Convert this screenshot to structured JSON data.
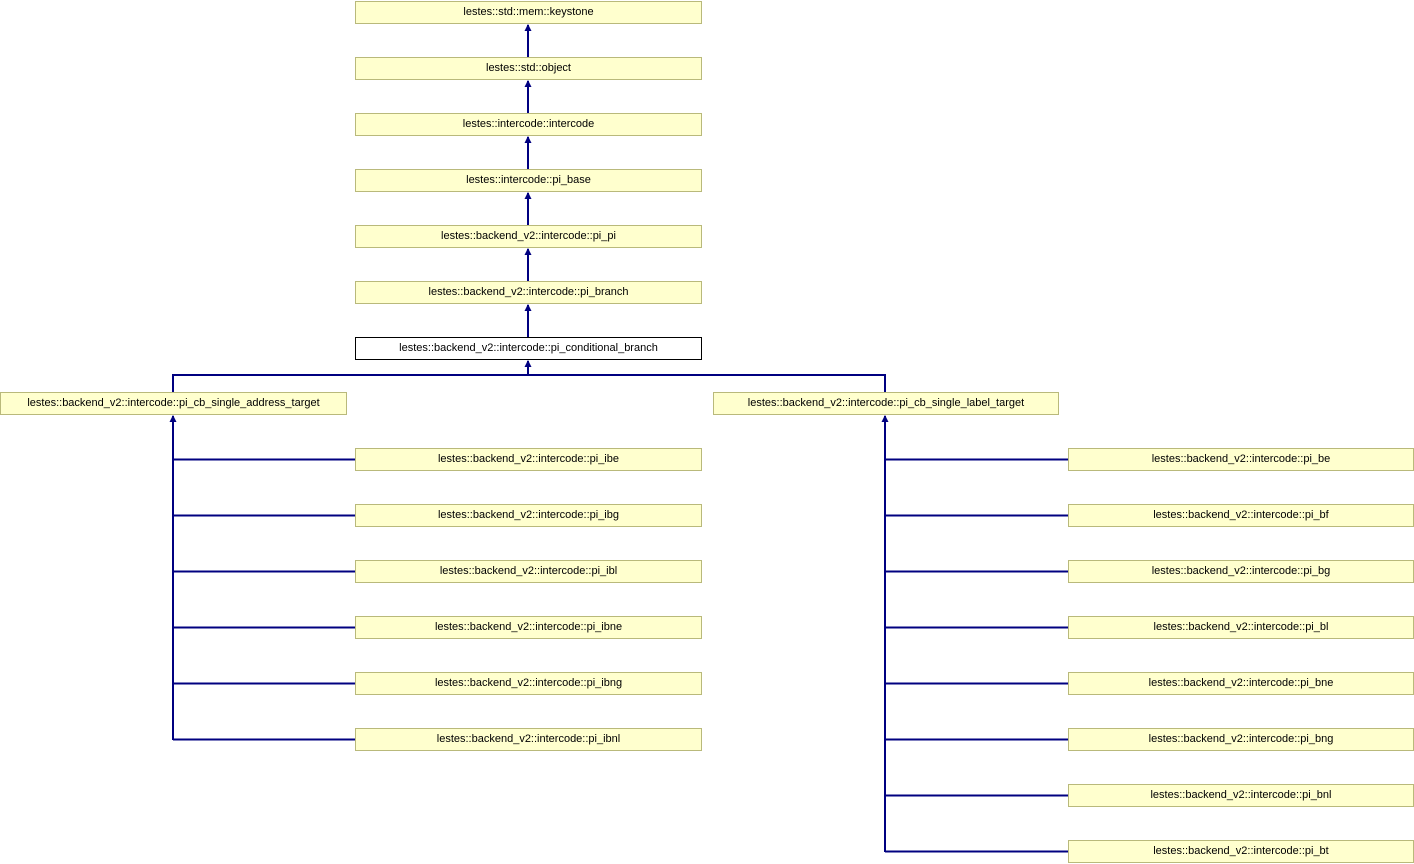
{
  "diagram": {
    "kind": "class-inheritance-diagram",
    "background_color": "#ffffff",
    "node_fill_color": "#ffffce",
    "node_border_color": "#b9b97b",
    "current_node_fill_color": "#ffffff",
    "current_node_border_color": "#000000",
    "edge_color": "#000080",
    "text_color": "#000000"
  },
  "nodes": [
    {
      "id": "keystone",
      "label": "lestes::std::mem::keystone",
      "current": false
    },
    {
      "id": "object",
      "label": "lestes::std::object",
      "current": false
    },
    {
      "id": "intercode",
      "label": "lestes::intercode::intercode",
      "current": false
    },
    {
      "id": "pi_base",
      "label": "lestes::intercode::pi_base",
      "current": false
    },
    {
      "id": "pi_pi",
      "label": "lestes::backend_v2::intercode::pi_pi",
      "current": false
    },
    {
      "id": "pi_branch",
      "label": "lestes::backend_v2::intercode::pi_branch",
      "current": false
    },
    {
      "id": "pi_conditional_branch",
      "label": "lestes::backend_v2::intercode::pi_conditional_branch",
      "current": true
    },
    {
      "id": "pi_cb_single_address_target",
      "label": "lestes::backend_v2::intercode::pi_cb_single_address_target",
      "current": false
    },
    {
      "id": "pi_cb_single_label_target",
      "label": "lestes::backend_v2::intercode::pi_cb_single_label_target",
      "current": false
    },
    {
      "id": "pi_ibe",
      "label": "lestes::backend_v2::intercode::pi_ibe",
      "current": false
    },
    {
      "id": "pi_ibg",
      "label": "lestes::backend_v2::intercode::pi_ibg",
      "current": false
    },
    {
      "id": "pi_ibl",
      "label": "lestes::backend_v2::intercode::pi_ibl",
      "current": false
    },
    {
      "id": "pi_ibne",
      "label": "lestes::backend_v2::intercode::pi_ibne",
      "current": false
    },
    {
      "id": "pi_ibng",
      "label": "lestes::backend_v2::intercode::pi_ibng",
      "current": false
    },
    {
      "id": "pi_ibnl",
      "label": "lestes::backend_v2::intercode::pi_ibnl",
      "current": false
    },
    {
      "id": "pi_be",
      "label": "lestes::backend_v2::intercode::pi_be",
      "current": false
    },
    {
      "id": "pi_bf",
      "label": "lestes::backend_v2::intercode::pi_bf",
      "current": false
    },
    {
      "id": "pi_bg",
      "label": "lestes::backend_v2::intercode::pi_bg",
      "current": false
    },
    {
      "id": "pi_bl",
      "label": "lestes::backend_v2::intercode::pi_bl",
      "current": false
    },
    {
      "id": "pi_bne",
      "label": "lestes::backend_v2::intercode::pi_bne",
      "current": false
    },
    {
      "id": "pi_bng",
      "label": "lestes::backend_v2::intercode::pi_bng",
      "current": false
    },
    {
      "id": "pi_bnl",
      "label": "lestes::backend_v2::intercode::pi_bnl",
      "current": false
    },
    {
      "id": "pi_bt",
      "label": "lestes::backend_v2::intercode::pi_bt",
      "current": false
    }
  ],
  "inheritance": [
    {
      "derived": "object",
      "base": "keystone"
    },
    {
      "derived": "intercode",
      "base": "object"
    },
    {
      "derived": "pi_base",
      "base": "intercode"
    },
    {
      "derived": "pi_pi",
      "base": "pi_base"
    },
    {
      "derived": "pi_branch",
      "base": "pi_pi"
    },
    {
      "derived": "pi_conditional_branch",
      "base": "pi_branch"
    },
    {
      "derived": "pi_cb_single_address_target",
      "base": "pi_conditional_branch"
    },
    {
      "derived": "pi_cb_single_label_target",
      "base": "pi_conditional_branch"
    },
    {
      "derived": "pi_ibe",
      "base": "pi_cb_single_address_target"
    },
    {
      "derived": "pi_ibg",
      "base": "pi_cb_single_address_target"
    },
    {
      "derived": "pi_ibl",
      "base": "pi_cb_single_address_target"
    },
    {
      "derived": "pi_ibne",
      "base": "pi_cb_single_address_target"
    },
    {
      "derived": "pi_ibng",
      "base": "pi_cb_single_address_target"
    },
    {
      "derived": "pi_ibnl",
      "base": "pi_cb_single_address_target"
    },
    {
      "derived": "pi_be",
      "base": "pi_cb_single_label_target"
    },
    {
      "derived": "pi_bf",
      "base": "pi_cb_single_label_target"
    },
    {
      "derived": "pi_bg",
      "base": "pi_cb_single_label_target"
    },
    {
      "derived": "pi_bl",
      "base": "pi_cb_single_label_target"
    },
    {
      "derived": "pi_bne",
      "base": "pi_cb_single_label_target"
    },
    {
      "derived": "pi_bng",
      "base": "pi_cb_single_label_target"
    },
    {
      "derived": "pi_bnl",
      "base": "pi_cb_single_label_target"
    },
    {
      "derived": "pi_bt",
      "base": "pi_cb_single_label_target"
    }
  ]
}
